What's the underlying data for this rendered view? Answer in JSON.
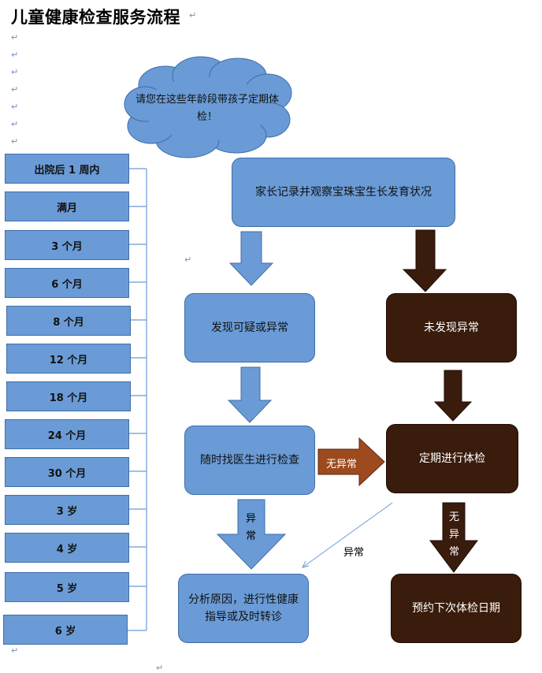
{
  "title": "儿童健康检查服务流程",
  "cloud_text": "请您在这些年龄段带孩子定期体检！",
  "ages": [
    "出院后 1 周内",
    "满月",
    "3 个月",
    "6 个月",
    "8 个月",
    "12 个月",
    "18 个月",
    "24 个月",
    "30 个月",
    "3 岁",
    "4 岁",
    "5 岁",
    "6 岁"
  ],
  "nodes": {
    "observe": "家长记录并观察宝珠宝生长发育状况",
    "suspicious": "发现可疑或异常",
    "no_abnormal_found": "未发现异常",
    "see_doctor": "随时找医生进行检查",
    "regular_checkup": "定期进行体检",
    "analyze": "分析原因，进行性健康指导或及时转诊",
    "schedule_next": "预约下次体检日期"
  },
  "arrow_labels": {
    "no_abnormal": "无异常",
    "abnormal": "异常",
    "abnormal_vertical": [
      "异",
      "常"
    ],
    "no_abnormal_vertical": [
      "无",
      "异",
      "常"
    ]
  },
  "colors": {
    "blue": "#6a9bd6",
    "blue_border": "#3e6ea8",
    "dark": "#3a1c0c",
    "brown_arrow": "#9c4a1e"
  }
}
